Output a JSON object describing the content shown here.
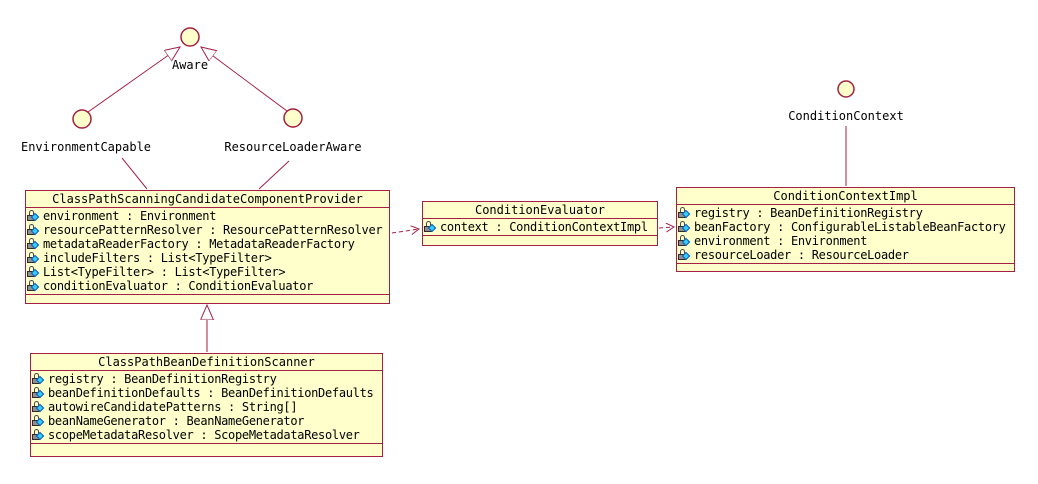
{
  "diagram": {
    "kind": "uml-class-diagram",
    "colors": {
      "box_fill": "#FFFFCC",
      "line": "#A32045",
      "text": "#000000",
      "icon_diamond": "#33CCFF",
      "icon_diamond_border": "#1155AA",
      "icon_lock": "#8F8F8F"
    }
  },
  "interfaces": [
    {
      "name": "Aware"
    },
    {
      "name": "EnvironmentCapable"
    },
    {
      "name": "ResourceLoaderAware"
    },
    {
      "name": "ConditionContext"
    }
  ],
  "classes": [
    {
      "name": "ClassPathScanningCandidateComponentProvider",
      "attributes": [
        "environment : Environment",
        "resourcePatternResolver : ResourcePatternResolver",
        "metadataReaderFactory : MetadataReaderFactory",
        "includeFilters : List<TypeFilter>",
        "List<TypeFilter> : List<TypeFilter>",
        "conditionEvaluator : ConditionEvaluator"
      ]
    },
    {
      "name": "ConditionEvaluator",
      "attributes": [
        "context : ConditionContextImpl"
      ]
    },
    {
      "name": "ConditionContextImpl",
      "attributes": [
        "registry : BeanDefinitionRegistry",
        "beanFactory : ConfigurableListableBeanFactory",
        "environment : Environment",
        "resourceLoader : ResourceLoader"
      ]
    },
    {
      "name": "ClassPathBeanDefinitionScanner",
      "attributes": [
        "registry : BeanDefinitionRegistry",
        "beanDefinitionDefaults : BeanDefinitionDefaults",
        "autowireCandidatePatterns : String[]",
        "beanNameGenerator : BeanNameGenerator",
        "scopeMetadataResolver : ScopeMetadataResolver"
      ]
    }
  ],
  "relationships": [
    {
      "type": "generalization",
      "from": "EnvironmentCapable",
      "to": "Aware",
      "style": "solid-hollow-triangle"
    },
    {
      "type": "generalization",
      "from": "ResourceLoaderAware",
      "to": "Aware",
      "style": "solid-hollow-triangle"
    },
    {
      "type": "anchor",
      "from": "ClassPathScanningCandidateComponentProvider",
      "to": "EnvironmentCapable",
      "style": "solid-line"
    },
    {
      "type": "anchor",
      "from": "ClassPathScanningCandidateComponentProvider",
      "to": "ResourceLoaderAware",
      "style": "solid-line"
    },
    {
      "type": "generalization",
      "from": "ClassPathBeanDefinitionScanner",
      "to": "ClassPathScanningCandidateComponentProvider",
      "style": "solid-hollow-triangle"
    },
    {
      "type": "dependency",
      "from": "ClassPathScanningCandidateComponentProvider",
      "to": "ConditionEvaluator",
      "style": "dashed-open-arrow"
    },
    {
      "type": "dependency",
      "from": "ConditionEvaluator",
      "to": "ConditionContextImpl",
      "style": "dashed-open-arrow"
    },
    {
      "type": "anchor",
      "from": "ConditionContextImpl",
      "to": "ConditionContext",
      "style": "solid-line"
    }
  ]
}
